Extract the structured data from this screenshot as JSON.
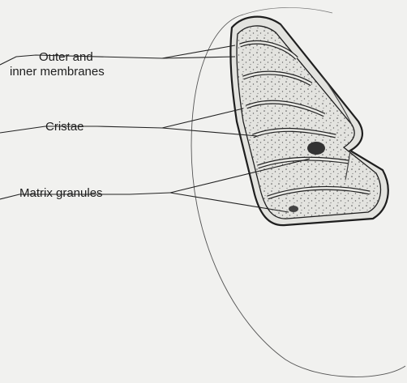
{
  "figure": {
    "labels": {
      "outer_membranes": [
        "Outer and",
        "inner membranes"
      ],
      "cristae": "Cristae",
      "matrix_granules": "Matrix granules"
    },
    "colors": {
      "background": "#f1f1ef",
      "ink": "#1e1e1e",
      "matrix_fill": "#e3e3df",
      "granule": "#3a3a3a"
    }
  }
}
